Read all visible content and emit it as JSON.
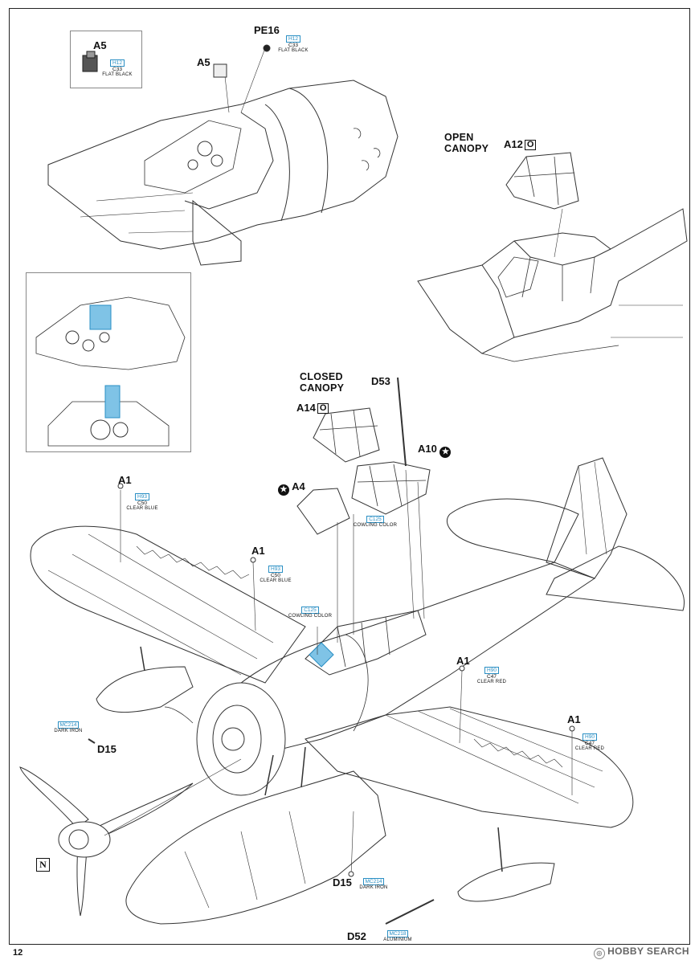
{
  "page_number": "12",
  "watermark": {
    "icon": "hobby-search-logo-icon",
    "text": "HOBBY SEARCH"
  },
  "n_marker": "N",
  "labels": {
    "a5_inset": "A5",
    "a5": "A5",
    "pe16": "PE16",
    "open_canopy_1": "OPEN",
    "open_canopy_2": "CANOPY",
    "a12": "A12",
    "a12_marker": "O",
    "closed_canopy_1": "CLOSED",
    "closed_canopy_2": "CANOPY",
    "d53": "D53",
    "a14": "A14",
    "a14_marker": "O",
    "a10": "A10",
    "a4": "A4",
    "a1_left": "A1",
    "a1_mid": "A1",
    "a1_right_1": "A1",
    "a1_right_2": "A1",
    "d15_left": "D15",
    "d15_bottom": "D15",
    "d52": "D52"
  },
  "paint_codes": {
    "inset_a5": {
      "h": "H12",
      "c": "C33",
      "name": "FLAT BLACK"
    },
    "pe16": {
      "h": "H12",
      "c": "C33",
      "name": "FLAT BLACK"
    },
    "a1_left": {
      "h": "H93",
      "c": "C50",
      "name": "CLEAR BLUE"
    },
    "a1_mid": {
      "h": "H93",
      "c": "C50",
      "name": "CLEAR BLUE"
    },
    "cowling_canopy": {
      "c": "C125",
      "name": "COWLING COLOR"
    },
    "cowling_cockpit": {
      "c": "C125",
      "name": "COWLING COLOR"
    },
    "a1_right_1": {
      "h": "H90",
      "c": "C47",
      "name": "CLEAR RED"
    },
    "a1_right_2": {
      "h": "H90",
      "c": "C47",
      "name": "CLEAR RED"
    },
    "d15_left": {
      "c": "MC214",
      "name": "DARK IRON"
    },
    "d15_bottom": {
      "c": "MC214",
      "name": "DARK IRON"
    },
    "d52": {
      "c": "MC218",
      "name": "ALUMINIUM"
    }
  },
  "icons": {
    "star": "star-marker-icon",
    "boxed_o": "open-box-marker-icon"
  }
}
